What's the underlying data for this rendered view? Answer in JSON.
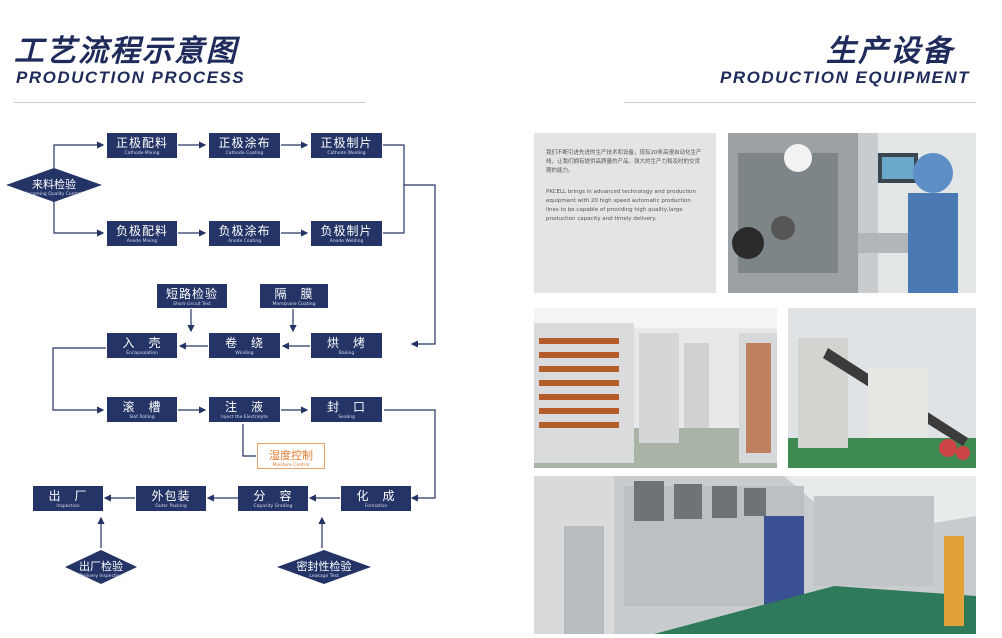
{
  "left": {
    "title_zh": "工艺流程示意图",
    "title_en": "PRODUCTION PROCESS"
  },
  "right": {
    "title_zh": "生产设备",
    "title_en": "PRODUCTION EQUIPMENT",
    "text_zh": "我们不断引进先进的生产技术和设备，现有20条高速自动化生产线，让我们拥有提供高质量的产品，强大的生产力和及时的交货期的能力。",
    "text_en": "PKCELL brings in advanced technology and production equipment with 20 high speed automatic production lines to be capable of providing high quality,large production capacity and timely delivery."
  },
  "flow": {
    "incoming": {
      "zh": "来料检验",
      "en": "Incoming Quality Control"
    },
    "cathode_mixing": {
      "zh": "正极配料",
      "en": "Cathode Mixing"
    },
    "cathode_coating": {
      "zh": "正极涂布",
      "en": "Cathode Coating"
    },
    "cathode_welding": {
      "zh": "正极制片",
      "en": "Cathode Welding"
    },
    "anode_mixing": {
      "zh": "负极配料",
      "en": "Anode Mixing"
    },
    "anode_coating": {
      "zh": "负极涂布",
      "en": "Anode Coating"
    },
    "anode_welding": {
      "zh": "负极制片",
      "en": "Anode Welding"
    },
    "short_test": {
      "zh": "短路检验",
      "en": "Short-circuit Test"
    },
    "membrane": {
      "zh": "隔　膜",
      "en": "Membrane Coating"
    },
    "baking": {
      "zh": "烘　烤",
      "en": "Baking"
    },
    "winding": {
      "zh": "卷　绕",
      "en": "Winding"
    },
    "encapsulation": {
      "zh": "入　壳",
      "en": "Encapsulation"
    },
    "slot_rolling": {
      "zh": "滚　槽",
      "en": "Slot Rolling"
    },
    "inject": {
      "zh": "注　液",
      "en": "Inject the Electrolyte"
    },
    "sealing": {
      "zh": "封　口",
      "en": "Sealing"
    },
    "moisture": {
      "zh": "湿度控制",
      "en": "Moisture Control"
    },
    "formation": {
      "zh": "化　成",
      "en": "Formation"
    },
    "capacity": {
      "zh": "分　容",
      "en": "Capacity Grading"
    },
    "packing": {
      "zh": "外包装",
      "en": "Outer Packing"
    },
    "inspection": {
      "zh": "出　厂",
      "en": "Inspection"
    },
    "delivery": {
      "zh": "出厂检验",
      "en": "Delivery Inspection"
    },
    "leakage": {
      "zh": "密封性检验",
      "en": "Leakage Test"
    }
  },
  "colors": {
    "navy": "#243466",
    "accent": "#e07a2e"
  }
}
